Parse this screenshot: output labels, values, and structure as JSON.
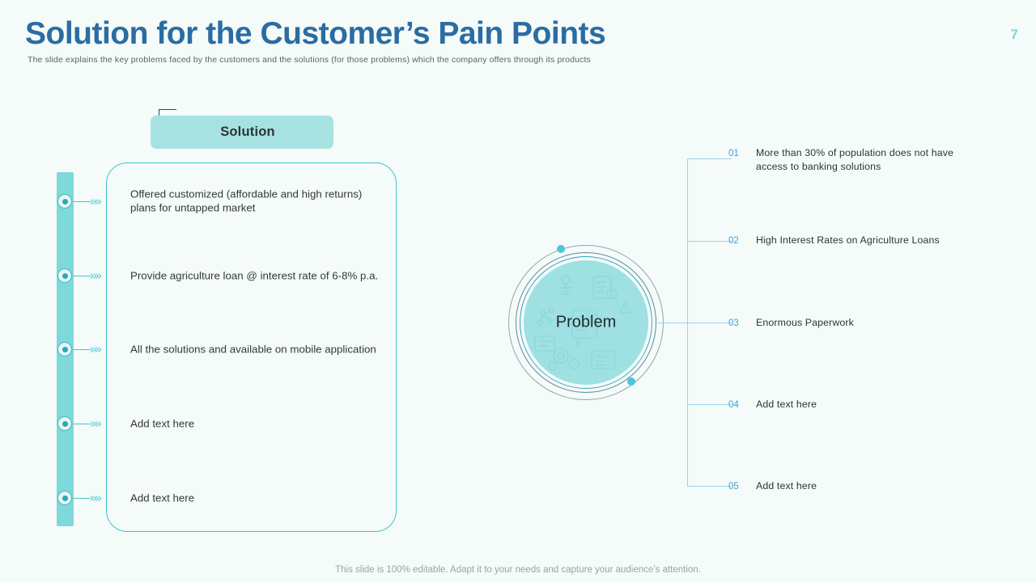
{
  "header": {
    "title": "Solution for the Customer’s Pain Points",
    "subtitle": "The slide explains the key problems faced by the customers and the solutions (for those problems) which the company offers through its products",
    "page_number": "7"
  },
  "solution_panel": {
    "badge_label": "Solution",
    "chevron_glyph": "»»",
    "items": [
      {
        "text": "Offered customized (affordable and high returns) plans for untapped market"
      },
      {
        "text": "Provide agriculture loan @ interest rate of 6-8% p.a."
      },
      {
        "text": "All the solutions and available on mobile application"
      },
      {
        "text": "Add text here"
      },
      {
        "text": "Add text here"
      }
    ]
  },
  "problem_hub": {
    "label": "Problem"
  },
  "problem_list": [
    {
      "number": "01",
      "text": "More than 30% of population does not have access to banking solutions"
    },
    {
      "number": "02",
      "text": "High Interest Rates on Agriculture Loans"
    },
    {
      "number": "03",
      "text": "Enormous Paperwork"
    },
    {
      "number": "04",
      "text": "Add text here"
    },
    {
      "number": "05",
      "text": "Add text here"
    }
  ],
  "footer": {
    "note": "This slide is 100% editable. Adapt it to your needs and capture your audience’s attention."
  },
  "colors": {
    "background": "#f4fbf9",
    "title_blue": "#2b6ca3",
    "teal_accent": "#43c3c9",
    "teal_bar": "#7fd9da",
    "badge_fill": "#a6e2e2",
    "circle_fill": "#9fe0e2",
    "branch_line": "#9bd3e8",
    "number_blue": "#4a9fd4",
    "body_text": "#2c3438"
  }
}
